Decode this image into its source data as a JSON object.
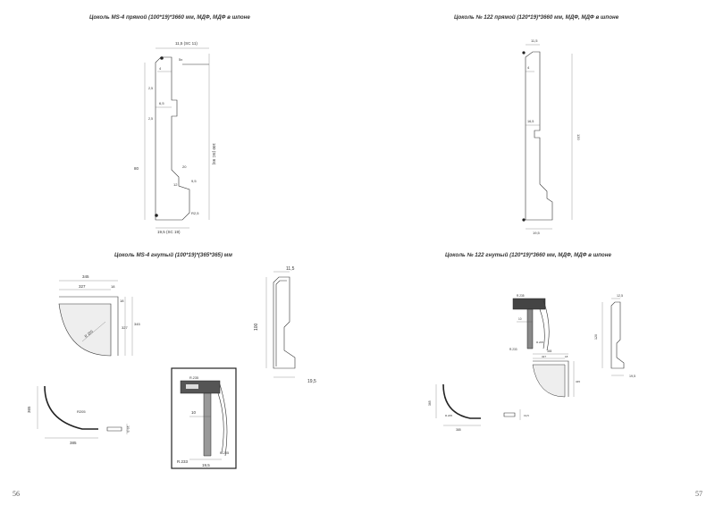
{
  "left_page": {
    "title_top": "Цоколь MS-4 прямой (100*19)*3660 мм, МДФ, МДФ в шпоне",
    "title_bottom": "Цоколь MS-4 гнутый (100*19)*(365*365) мм",
    "page_number": "56",
    "dims_straight": {
      "top_width": "11,5 (SC 11)",
      "chamfer_top": "5x",
      "step_4": "4",
      "d_2_5": "2,5",
      "d_6_5": "6,5",
      "d_2_5b": "2,5",
      "height_total": "100 (SC 99)",
      "d_80": "80",
      "slope_1": "20",
      "slope_2": "12",
      "d_9_5": "9,5",
      "r_2_5": "R2,5",
      "bottom_width": "19,5 (SC 19)"
    },
    "dims_bent_plan": {
      "w345": "345",
      "w327": "327",
      "w18": "18",
      "h18": "18",
      "h327": "327",
      "h345": "345",
      "radius": "R 220"
    },
    "dims_bent_arc": {
      "h365": "365",
      "r205": "R205",
      "w385": "385",
      "w19_5": "19,5"
    },
    "dims_bent_detail": {
      "r235": "R.235",
      "w10": "10",
      "r205": "R.205",
      "r233": "R.233",
      "w19_5": "19,5"
    },
    "dims_bent_profile": {
      "top": "11,5",
      "height": "100",
      "bottom": "19,5"
    }
  },
  "right_page": {
    "title_top": "Цоколь № 122 прямой (120*19)*3660 мм, МДФ, МДФ в шпоне",
    "title_bottom": "Цоколь № 122 гнутый (120*19)*3660 мм, МДФ, МДФ в шпоне",
    "page_number": "57",
    "dims_straight": {
      "top_width": "11,5",
      "step_4": "4",
      "d_16_5": "16,5",
      "height_total": "120",
      "bottom_width": "19,5"
    },
    "dims_bent_profile": {
      "top": "12,5",
      "height": "120",
      "bottom": "19,5"
    },
    "dims_bent_plan": {
      "w345": "345",
      "w327": "327",
      "w18": "18",
      "h345": "345"
    },
    "dims_bent_detail": {
      "r235": "R.235",
      "w10": "10",
      "r205": "R.205",
      "r233": "R.233"
    },
    "dims_bent_arc": {
      "h365": "365",
      "r205": "R.205",
      "w385": "385",
      "w19_5": "19,5"
    }
  }
}
